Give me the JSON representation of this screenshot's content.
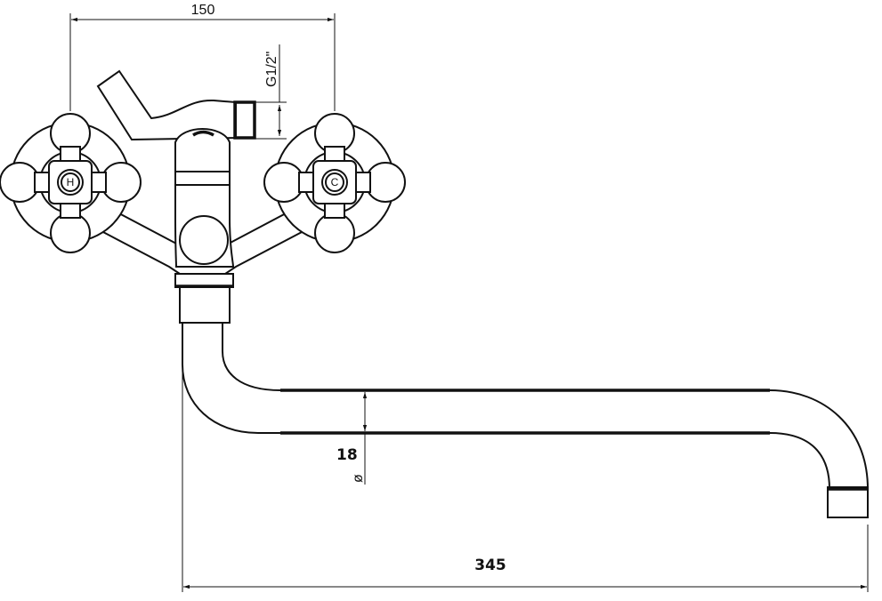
{
  "drawing": {
    "dim_width": "150",
    "dim_thread": "G1/2\"",
    "dim_spout_length": "345",
    "dim_spout_diameter": "18",
    "diameter_symbol": "ø",
    "hot_label": "H",
    "cold_label": "C"
  }
}
